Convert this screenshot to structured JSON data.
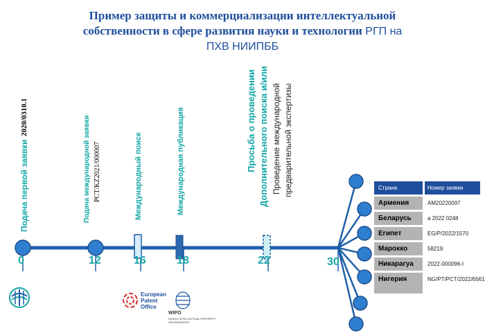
{
  "title": {
    "line1": "Пример защиты и коммерциализации интеллектуальной",
    "line2_bold": "собственности в сфере развития науки и технологии",
    "line2_rest": " РГП на",
    "line3": "ПХВ НИИПББ"
  },
  "timeline": {
    "milestones": [
      {
        "month": "0",
        "label": "Подача первой заявки",
        "detail": "2020/0310.1"
      },
      {
        "month": "12",
        "label": "Подача международной заявки",
        "detail": "PCT/KZ2021/000007"
      },
      {
        "month": "16",
        "label": "Международный поиск"
      },
      {
        "month": "18",
        "label": "Международная публикация"
      },
      {
        "month": "22",
        "label_line1": "Просьба о проведении",
        "label_line2": "Дополнительного поиска и/или",
        "detail_line1": "Проведение международной",
        "detail_line2": "предварительной экспертизы"
      },
      {
        "month": "30"
      }
    ]
  },
  "table": {
    "header": {
      "country": "Страна",
      "number": "Номер заявки"
    },
    "rows": [
      {
        "country": "Армения",
        "number": "AM20220097"
      },
      {
        "country": "Беларусь",
        "number": "a 2022 0248"
      },
      {
        "country": "Египет",
        "number": "EG/P/2022/1570"
      },
      {
        "country": "Марокко",
        "number": "58219"
      },
      {
        "country": "Никарагуа",
        "number": "2022-000096-I"
      },
      {
        "country": "Нигерия",
        "number": "NG/PT/PCT/2022/6561"
      }
    ]
  },
  "logos": {
    "epo": "European Patent Office",
    "wipo": "WIPO",
    "wipo_sub": "WORLD INTELLECTUAL PROPERTY ORGANIZATION"
  },
  "colors": {
    "line": "#1f5fa8",
    "node": "#2f7fd0",
    "accent": "#11a6a6",
    "title": "#1f4e9c"
  }
}
